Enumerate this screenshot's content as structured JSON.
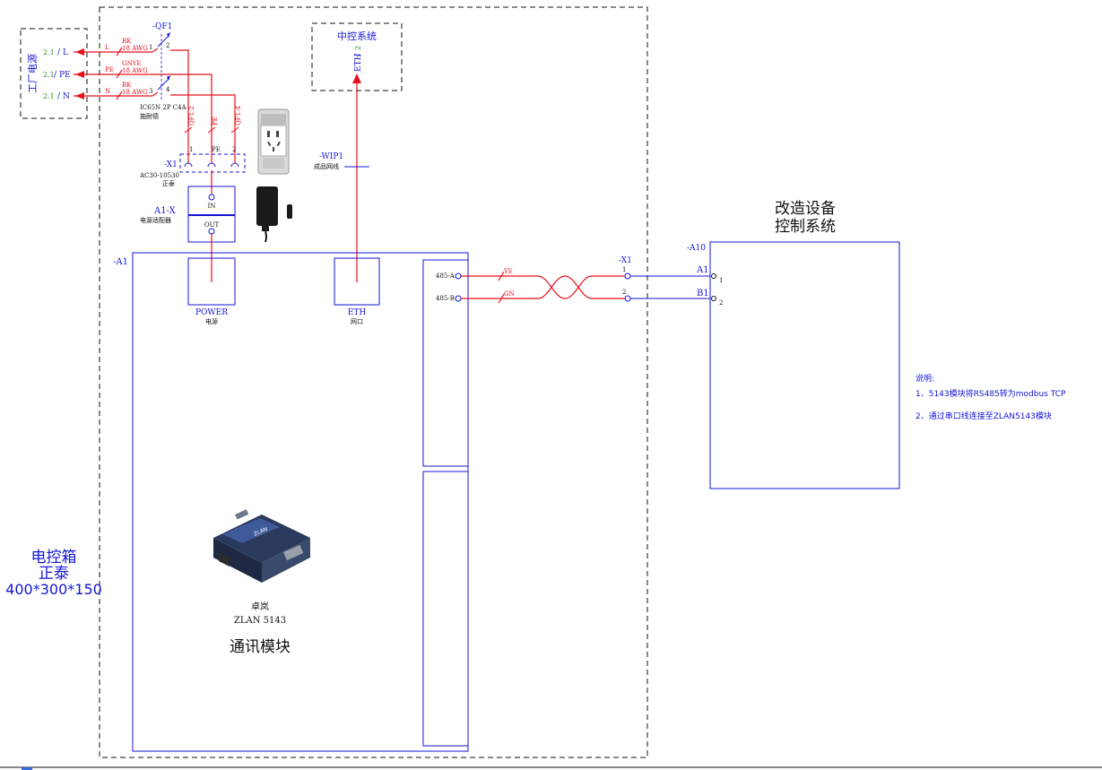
{
  "enclosure": {
    "title": "电控箱",
    "maker": "正泰",
    "size": "400*300*150"
  },
  "factory_power": {
    "title": "工厂电源",
    "lines": [
      {
        "ref": "2.1",
        "label": "L"
      },
      {
        "ref": "2.1",
        "label": "PE"
      },
      {
        "ref": "2.1",
        "label": "N"
      }
    ]
  },
  "wires_in": [
    {
      "name": "L",
      "color": "BK",
      "gauge": "18 AWG"
    },
    {
      "name": "PE",
      "color": "GNYE",
      "gauge": "18 AWG"
    },
    {
      "name": "N",
      "color": "BK",
      "gauge": "18 AWG"
    }
  ],
  "breaker": {
    "tag": "-QF1",
    "pins": [
      "1",
      "2",
      "3",
      "4"
    ],
    "model": "IC65N 2P C4A",
    "maker": "施耐德"
  },
  "breaker_wire_labels": [
    "QF1:2",
    "PE",
    "QF1:4"
  ],
  "terminal_x1": {
    "tag": "-X1",
    "pins": [
      "1",
      "PE",
      "2"
    ],
    "model": "AC30-10530",
    "maker": "正泰"
  },
  "adapter": {
    "tag": "A1-X",
    "name": "电源适配器",
    "in_label": "IN",
    "out_label": "OUT"
  },
  "central": {
    "title": "中控系统",
    "port": "ETH",
    "ref": "2"
  },
  "cable": {
    "tag": "-WIP1",
    "name": "成品网线"
  },
  "module": {
    "tag": "-A1",
    "power_label": "POWER",
    "power_cn": "电源",
    "eth_label": "ETH",
    "eth_cn": "网口",
    "port_a": "485-A",
    "port_b": "485-B",
    "brand": "卓岚",
    "model": "ZLAN 5143",
    "name": "通讯模块",
    "device_text": "ZLAN"
  },
  "rs485_wires": [
    {
      "color": "YE"
    },
    {
      "color": "GN"
    }
  ],
  "terminal_x1b": {
    "tag": "-X1",
    "pins": [
      "1",
      "2"
    ]
  },
  "target": {
    "tag": "-A10",
    "title_line1": "改造设备",
    "title_line2": "控制系统",
    "port_a": "A1",
    "port_b": "B1",
    "pin_a": "1",
    "pin_b": "2"
  },
  "notes": {
    "heading": "说明:",
    "items": [
      "1、5143模块将RS485转为modbus TCP",
      "2、通过串口线连接至ZLAN5143模块"
    ]
  },
  "colors": {
    "wire": "#e8101a",
    "blue": "#1515d8",
    "green_ref": "#3a8a2a",
    "black": "#111111"
  }
}
